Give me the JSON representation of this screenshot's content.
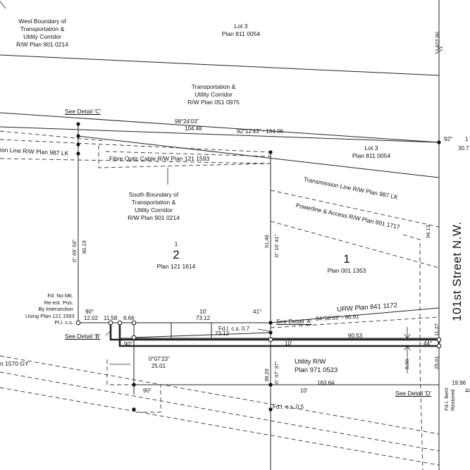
{
  "labels": {
    "west_boundary": [
      "West Boundary of",
      "Transportation &",
      "Utility Corridor",
      "R/W Plan 901 0214"
    ],
    "lot3_top": [
      "Lot 3",
      "Plan 811 0054"
    ],
    "corridor": [
      "Transportation &",
      "Utility Corridor",
      "R/W Plan 051 0975"
    ],
    "see_detail_c": "See Detail 'C'",
    "bearing_1": [
      "98°24'03\"",
      "104.48"
    ],
    "bearing_2": "92°12'43\" - 194.06",
    "angle_92": "92°",
    "right_edge_1": "1",
    "right_edge_307": "30.7",
    "lot3_mid": [
      "Lot 3",
      "Plan 811 0054"
    ],
    "fibre_optic": "Fibre Optic Cable R/W Plan 121 1593",
    "transmission_left": "ion Line R/W Plan 987 LK",
    "transmission_right": "Transmission Line R/W Plan 987 LK",
    "south_boundary": [
      "South Boundary of",
      "Transportation &",
      "Utility Corridor",
      "R/W Plan 901 0214"
    ],
    "powerline": "Powerline & Access R/W Plan 991 1717",
    "dim_42260": "422.60",
    "dim_9413": "94.13",
    "dim_009_53": "0° 09' 53\"",
    "dim_8019": "80.19",
    "dim_9146": "91.46",
    "dim_010_41": "0° 10' 41\"",
    "lot2_small": "1",
    "lot2_big": "2",
    "lot2_plan": "Plan 121 1614",
    "lot1_big": "1",
    "lot1_plan": "Plan 001 1353",
    "street": "101st  Street  N.W.",
    "fd_note": [
      "Fd. No Mk.",
      "Re-est. Pos.",
      "By Intersection",
      "Using Plan 121 1593",
      "Pl.I. c.s."
    ],
    "dims_row1": {
      "a90": "90°",
      "d1202": "12.02",
      "d1158": "11.58",
      "d666": "6.66",
      "tenft": "10'",
      "d7312": "73.12",
      "a41": "41°"
    },
    "urw": "URW Plan 841 1172",
    "bearing_3": "84°58'33\" - 90.91",
    "see_detail_a": "See Detail 'A'",
    "fd_cs07": "Fd.I. c.s. 0.7",
    "dims_row2": {
      "d7312": "73.12",
      "a90": "90°",
      "tenft": "10'",
      "d9053": "90.53",
      "a44": "44°"
    },
    "see_detail_b": "See Detail 'B'",
    "dim_1127": "11.27",
    "left_gy": "n 1570 GY",
    "dim_007_23": [
      "0°07'23\"",
      "25.01"
    ],
    "dim_3829": "38.29",
    "dim_007_37": "0° 07' 37\"",
    "utility_rw": [
      "Utility R/W",
      "Plan 971 0523"
    ],
    "dim_500": "5.00",
    "dim_2501_r": "25.01",
    "dim_16364": "163.64",
    "dim_1996": "19.96",
    "dim_44": "44",
    "a90_lower": "90°",
    "tenft_lower": "10'",
    "see_detail_d": "See Detail 'D'",
    "fd_bent": [
      "Fd.I. Bent",
      "Restored"
    ],
    "fd_cs05": "Fd.I. c.s. 0.5"
  }
}
